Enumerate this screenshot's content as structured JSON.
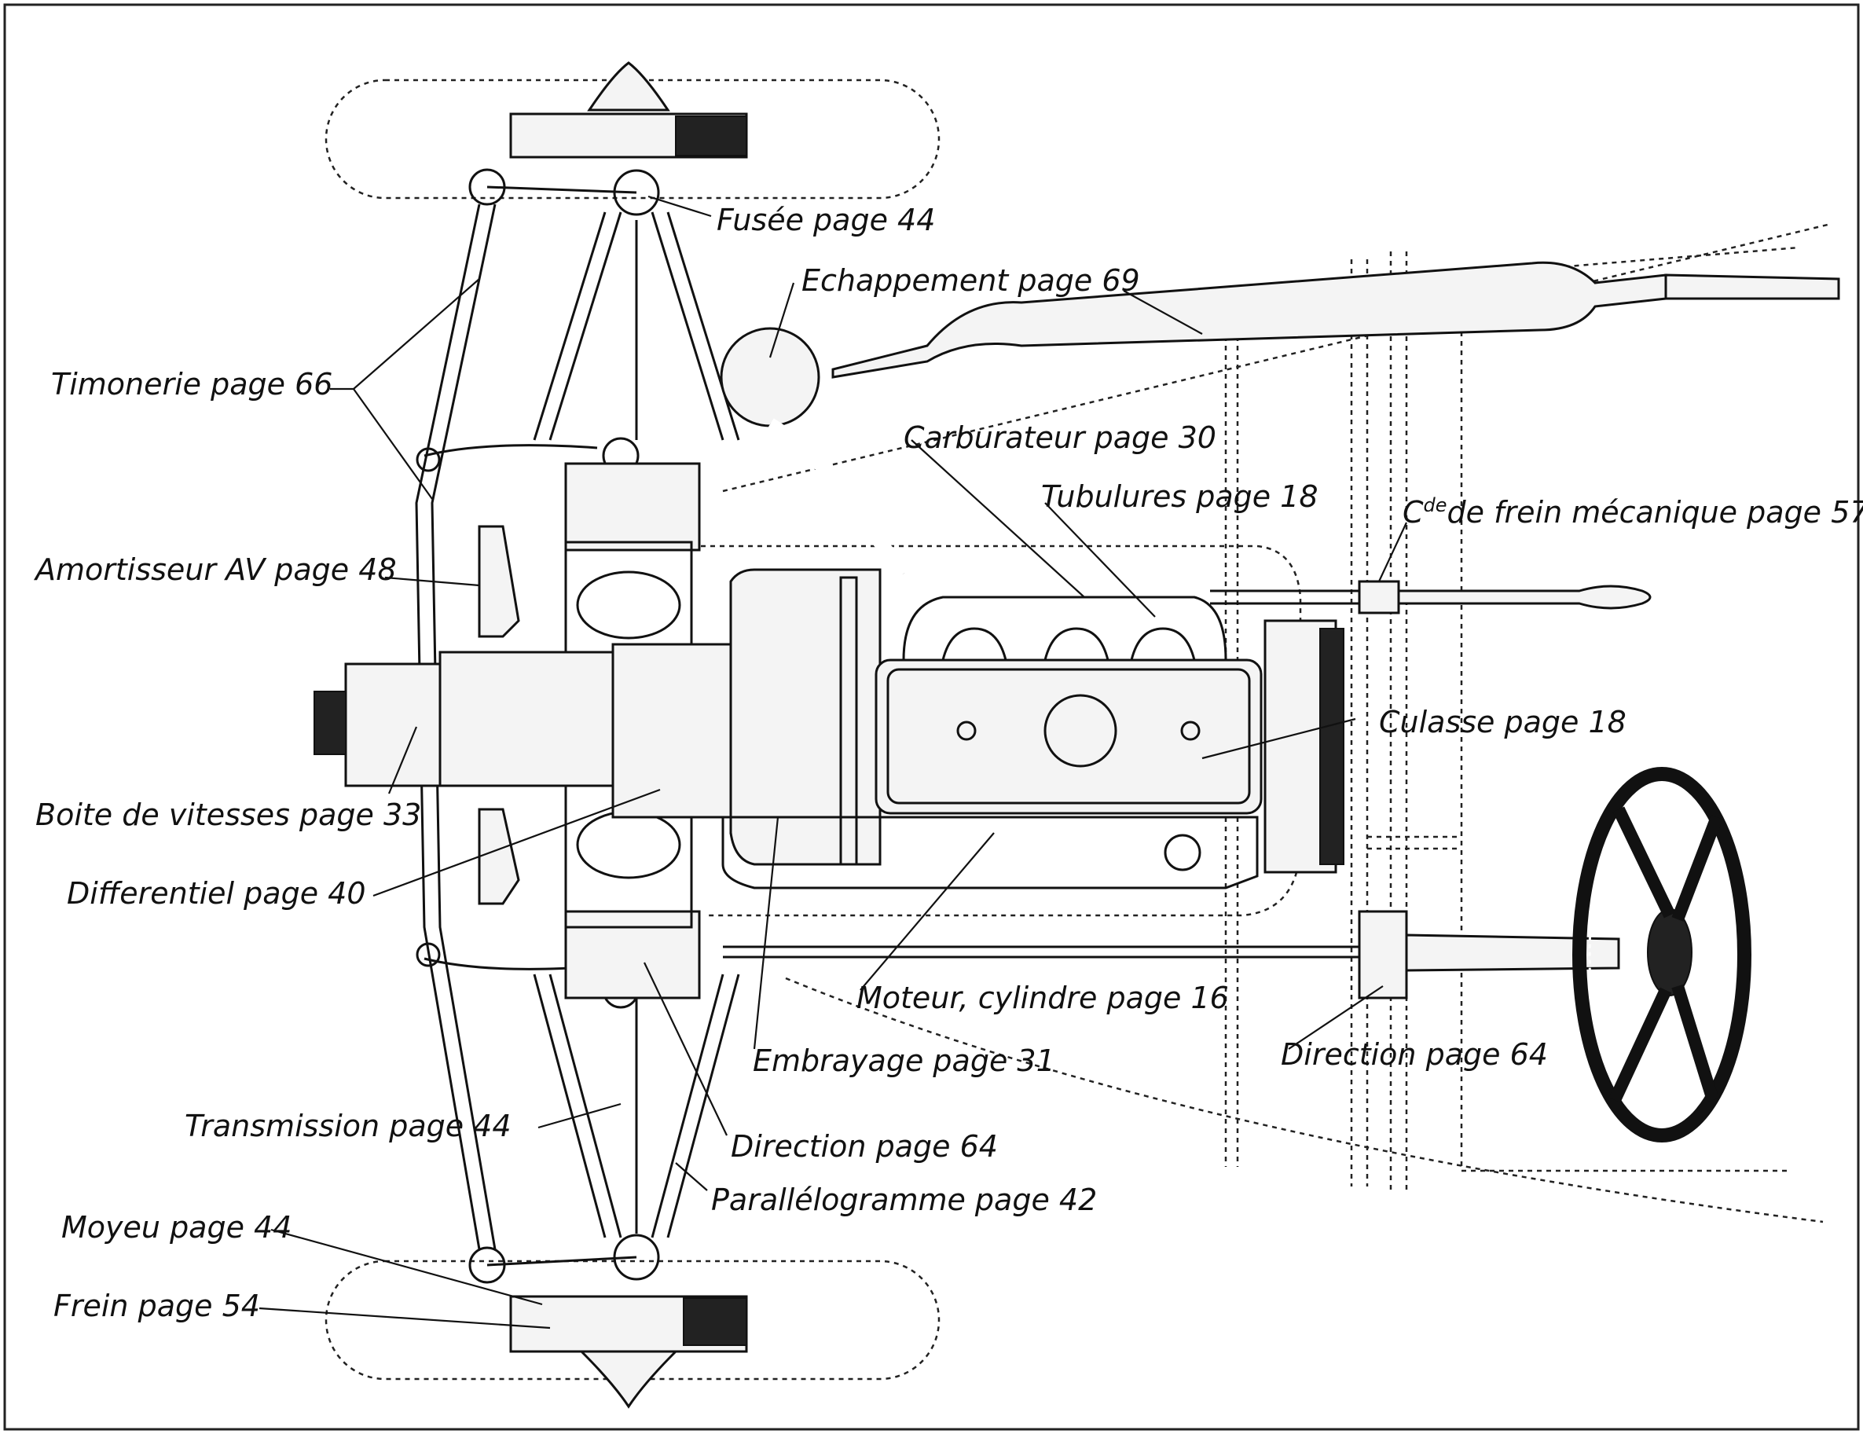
{
  "labels": {
    "fusee": "Fusée page 44",
    "echappement": "Echappement page 69",
    "timonerie": "Timonerie page 66",
    "carburateur": "Carburateur page 30",
    "tubulures": "Tubulures page 18",
    "cde_frein_prefix": "C",
    "cde_frein_sup": "de",
    "cde_frein_rest": "de frein mécanique page 57",
    "amortisseur": "Amortisseur AV page 48",
    "culasse": "Culasse  page 18",
    "boite": "Boite de vitesses page 33",
    "differentiel": "Differentiel page 40",
    "moteur": "Moteur, cylindre page 16",
    "direction_right": "Direction page 64",
    "embrayage": "Embrayage page 31",
    "direction_bottom": "Direction page 64",
    "transmission": "Transmission page  44",
    "parallelogramme": "Parallélogramme page 42",
    "moyeu": "Moyeu page 44",
    "frein": "Frein page 54"
  },
  "colors": {
    "ink": "#111111",
    "paper": "#ffffff"
  }
}
